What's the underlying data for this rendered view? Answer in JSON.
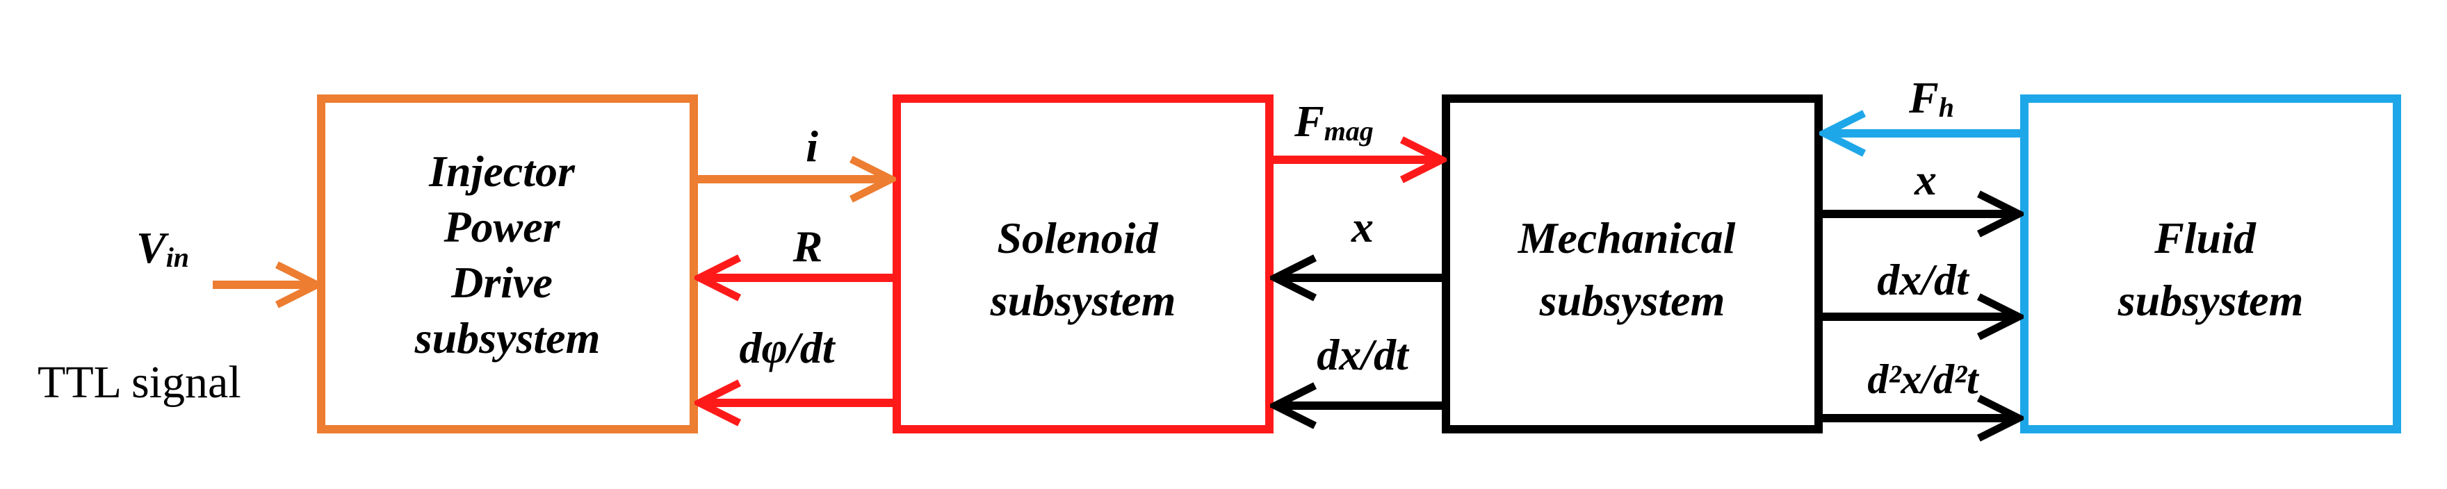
{
  "colors": {
    "injector": "#ed7d31",
    "solenoid": "#ff1a1a",
    "mechanical": "#000000",
    "fluid": "#1ea7e8"
  },
  "blocks": {
    "injector": {
      "line1": "Injector",
      "line2": "Power",
      "line3": "Drive",
      "line4": "subsystem"
    },
    "solenoid": {
      "line1": "Solenoid",
      "line2": "subsystem"
    },
    "mechanical": {
      "line1": "Mechanical",
      "line2": "subsystem"
    },
    "fluid": {
      "line1": "Fluid",
      "line2": "subsystem"
    }
  },
  "input": {
    "label": "V",
    "label_sub": "in",
    "caption": "TTL signal"
  },
  "signals": {
    "current": "i",
    "resistance": "R",
    "flux_rate": "dφ/dt",
    "magnetic_force": "F",
    "magnetic_force_sub": "mag",
    "position_to_solenoid": "x",
    "velocity_to_solenoid": "dx/dt",
    "hydraulic_force": "F",
    "hydraulic_force_sub": "h",
    "position_to_fluid": "x",
    "velocity_to_fluid": "dx/dt",
    "acceleration_to_fluid": "d²x/d²t"
  }
}
